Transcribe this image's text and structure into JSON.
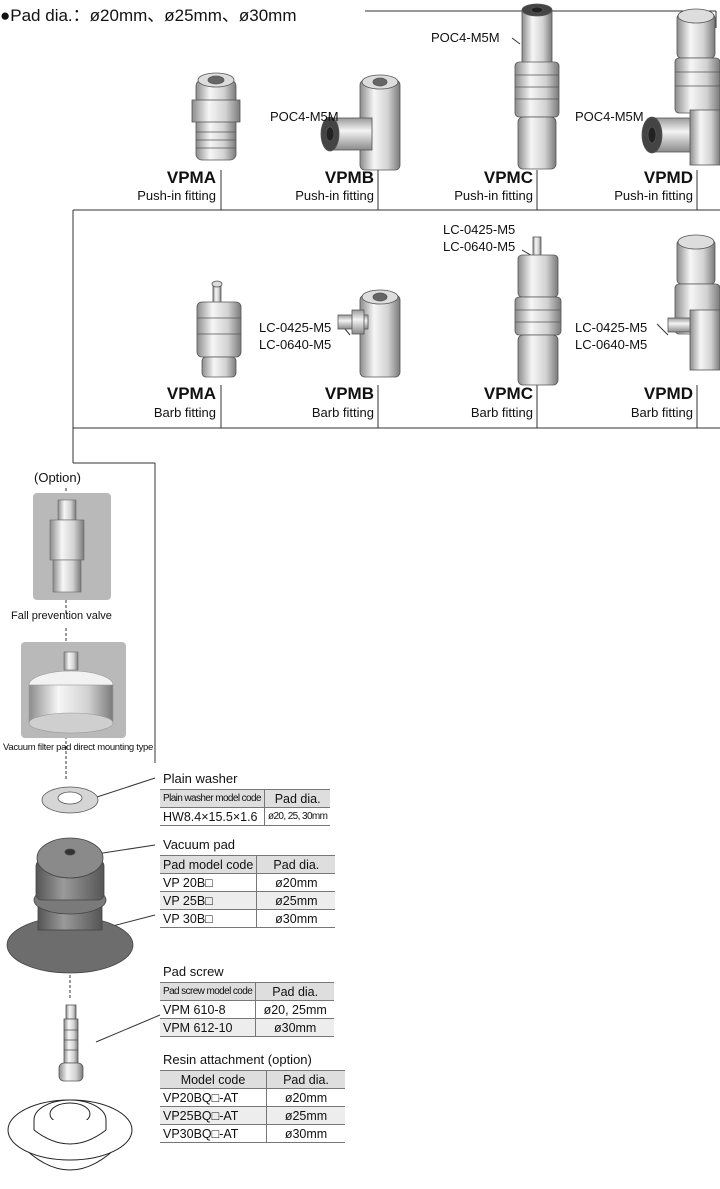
{
  "title": "●Pad dia.：ø20mm、ø25mm、ø30mm",
  "push_row": [
    {
      "model": "VPMA",
      "type": "Push-in fitting"
    },
    {
      "model": "VPMB",
      "type": "Push-in fitting"
    },
    {
      "model": "VPMC",
      "type": "Push-in fitting"
    },
    {
      "model": "VPMD",
      "type": "Push-in fitting"
    }
  ],
  "push_callouts": {
    "b": "POC4-M5M",
    "c": "POC4-M5M",
    "d": "POC4-M5M"
  },
  "barb_row": [
    {
      "model": "VPMA",
      "type": "Barb fitting"
    },
    {
      "model": "VPMB",
      "type": "Barb fitting"
    },
    {
      "model": "VPMC",
      "type": "Barb fitting"
    },
    {
      "model": "VPMD",
      "type": "Barb fitting"
    }
  ],
  "barb_callouts": {
    "line1": "LC-0425-M5",
    "line2": "LC-0640-M5"
  },
  "option_label": "(Option)",
  "fall_valve_label": "Fall prevention valve",
  "filter_label": "Vacuum filter pad direct mounting type",
  "plain_washer": {
    "heading": "Plain washer",
    "col1": "Plain washer model code",
    "col2": "Pad dia.",
    "rows": [
      [
        "HW8.4×15.5×1.6",
        "ø20, 25, 30mm"
      ]
    ]
  },
  "vacuum_pad": {
    "heading": "Vacuum pad",
    "col1": "Pad model code",
    "col2": "Pad dia.",
    "rows": [
      [
        "VP 20B□",
        "ø20mm"
      ],
      [
        "VP 25B□",
        "ø25mm"
      ],
      [
        "VP 30B□",
        "ø30mm"
      ]
    ]
  },
  "pad_screw": {
    "heading": "Pad screw",
    "col1": "Pad screw model code",
    "col2": "Pad dia.",
    "rows": [
      [
        "VPM 610-8",
        "ø20, 25mm"
      ],
      [
        "VPM 612-10",
        "ø30mm"
      ]
    ]
  },
  "resin": {
    "heading": "Resin attachment (option)",
    "col1": "Model code",
    "col2": "Pad dia.",
    "rows": [
      [
        "VP20BQ□-AT",
        "ø20mm"
      ],
      [
        "VP25BQ□-AT",
        "ø25mm"
      ],
      [
        "VP30BQ□-AT",
        "ø30mm"
      ]
    ]
  },
  "colors": {
    "metal_light": "#eeeeee",
    "metal_dark": "#8c8c8c",
    "pad_gray": "#7a7a7a",
    "photo_bg": "#b9b9b9",
    "table_header": "#dedede"
  }
}
